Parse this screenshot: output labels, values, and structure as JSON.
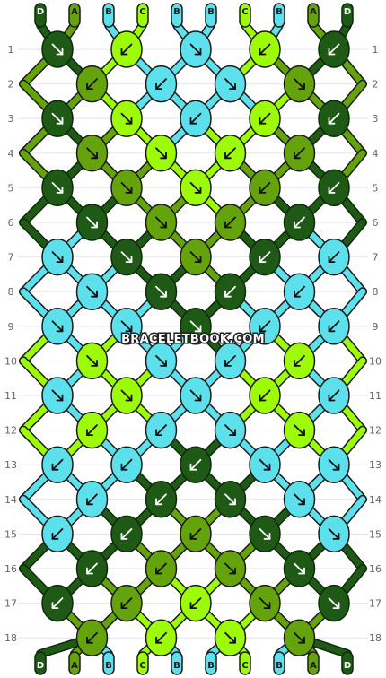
{
  "watermark": "BRACELETBOOK.COM",
  "colors": {
    "D": "#1e5a16",
    "A": "#64a30c",
    "B": "#5ce1ec",
    "C": "#9dfa08"
  },
  "top_strands": [
    "D",
    "A",
    "B",
    "C",
    "B",
    "B",
    "C",
    "B",
    "A",
    "D"
  ],
  "bottom_strands": [
    "D",
    "A",
    "B",
    "C",
    "B",
    "B",
    "C",
    "B",
    "A",
    "D"
  ],
  "row_labels": [
    "1",
    "2",
    "3",
    "4",
    "5",
    "6",
    "7",
    "8",
    "9",
    "10",
    "11",
    "12",
    "13",
    "14",
    "15",
    "16",
    "17",
    "18"
  ],
  "knot_rows": [
    [
      {
        "c": "D",
        "d": "se"
      },
      {
        "c": "C",
        "d": "sw"
      },
      {
        "c": "B",
        "d": "se"
      },
      {
        "c": "C",
        "d": "sw"
      },
      {
        "c": "D",
        "d": "sw"
      }
    ],
    [
      {
        "c": "A",
        "d": "sw"
      },
      {
        "c": "B",
        "d": "sw"
      },
      {
        "c": "B",
        "d": "se"
      },
      {
        "c": "A",
        "d": "se"
      }
    ],
    [
      {
        "c": "D",
        "d": "se"
      },
      {
        "c": "C",
        "d": "se"
      },
      {
        "c": "B",
        "d": "sw"
      },
      {
        "c": "C",
        "d": "sw"
      },
      {
        "c": "D",
        "d": "sw"
      }
    ],
    [
      {
        "c": "A",
        "d": "se"
      },
      {
        "c": "C",
        "d": "se"
      },
      {
        "c": "C",
        "d": "sw"
      },
      {
        "c": "A",
        "d": "sw"
      }
    ],
    [
      {
        "c": "D",
        "d": "se"
      },
      {
        "c": "A",
        "d": "se"
      },
      {
        "c": "C",
        "d": "se"
      },
      {
        "c": "A",
        "d": "sw"
      },
      {
        "c": "D",
        "d": "sw"
      }
    ],
    [
      {
        "c": "D",
        "d": "se"
      },
      {
        "c": "A",
        "d": "se"
      },
      {
        "c": "A",
        "d": "sw"
      },
      {
        "c": "D",
        "d": "sw"
      }
    ],
    [
      {
        "c": "B",
        "d": "se"
      },
      {
        "c": "D",
        "d": "se"
      },
      {
        "c": "A",
        "d": "se"
      },
      {
        "c": "D",
        "d": "sw"
      },
      {
        "c": "B",
        "d": "sw"
      }
    ],
    [
      {
        "c": "B",
        "d": "se"
      },
      {
        "c": "D",
        "d": "se"
      },
      {
        "c": "D",
        "d": "sw"
      },
      {
        "c": "B",
        "d": "sw"
      }
    ],
    [
      {
        "c": "B",
        "d": "se"
      },
      {
        "c": "B",
        "d": "se"
      },
      {
        "c": "D",
        "d": "se"
      },
      {
        "c": "B",
        "d": "sw"
      },
      {
        "c": "B",
        "d": "sw"
      }
    ],
    [
      {
        "c": "C",
        "d": "se"
      },
      {
        "c": "B",
        "d": "se"
      },
      {
        "c": "B",
        "d": "sw"
      },
      {
        "c": "C",
        "d": "sw"
      }
    ],
    [
      {
        "c": "B",
        "d": "se"
      },
      {
        "c": "C",
        "d": "se"
      },
      {
        "c": "B",
        "d": "se"
      },
      {
        "c": "C",
        "d": "sw"
      },
      {
        "c": "B",
        "d": "sw"
      }
    ],
    [
      {
        "c": "C",
        "d": "sw"
      },
      {
        "c": "B",
        "d": "sw"
      },
      {
        "c": "B",
        "d": "se"
      },
      {
        "c": "C",
        "d": "se"
      }
    ],
    [
      {
        "c": "B",
        "d": "sw"
      },
      {
        "c": "B",
        "d": "sw"
      },
      {
        "c": "D",
        "d": "sw"
      },
      {
        "c": "B",
        "d": "se"
      },
      {
        "c": "B",
        "d": "se"
      }
    ],
    [
      {
        "c": "B",
        "d": "sw"
      },
      {
        "c": "D",
        "d": "sw"
      },
      {
        "c": "D",
        "d": "se"
      },
      {
        "c": "B",
        "d": "se"
      }
    ],
    [
      {
        "c": "B",
        "d": "sw"
      },
      {
        "c": "D",
        "d": "sw"
      },
      {
        "c": "A",
        "d": "sw"
      },
      {
        "c": "D",
        "d": "se"
      },
      {
        "c": "B",
        "d": "se"
      }
    ],
    [
      {
        "c": "D",
        "d": "sw"
      },
      {
        "c": "A",
        "d": "sw"
      },
      {
        "c": "A",
        "d": "se"
      },
      {
        "c": "D",
        "d": "se"
      }
    ],
    [
      {
        "c": "D",
        "d": "sw"
      },
      {
        "c": "A",
        "d": "sw"
      },
      {
        "c": "C",
        "d": "sw"
      },
      {
        "c": "A",
        "d": "se"
      },
      {
        "c": "D",
        "d": "se"
      }
    ],
    [
      {
        "c": "A",
        "d": "sw"
      },
      {
        "c": "C",
        "d": "sw"
      },
      {
        "c": "C",
        "d": "se"
      },
      {
        "c": "A",
        "d": "se"
      }
    ]
  ]
}
